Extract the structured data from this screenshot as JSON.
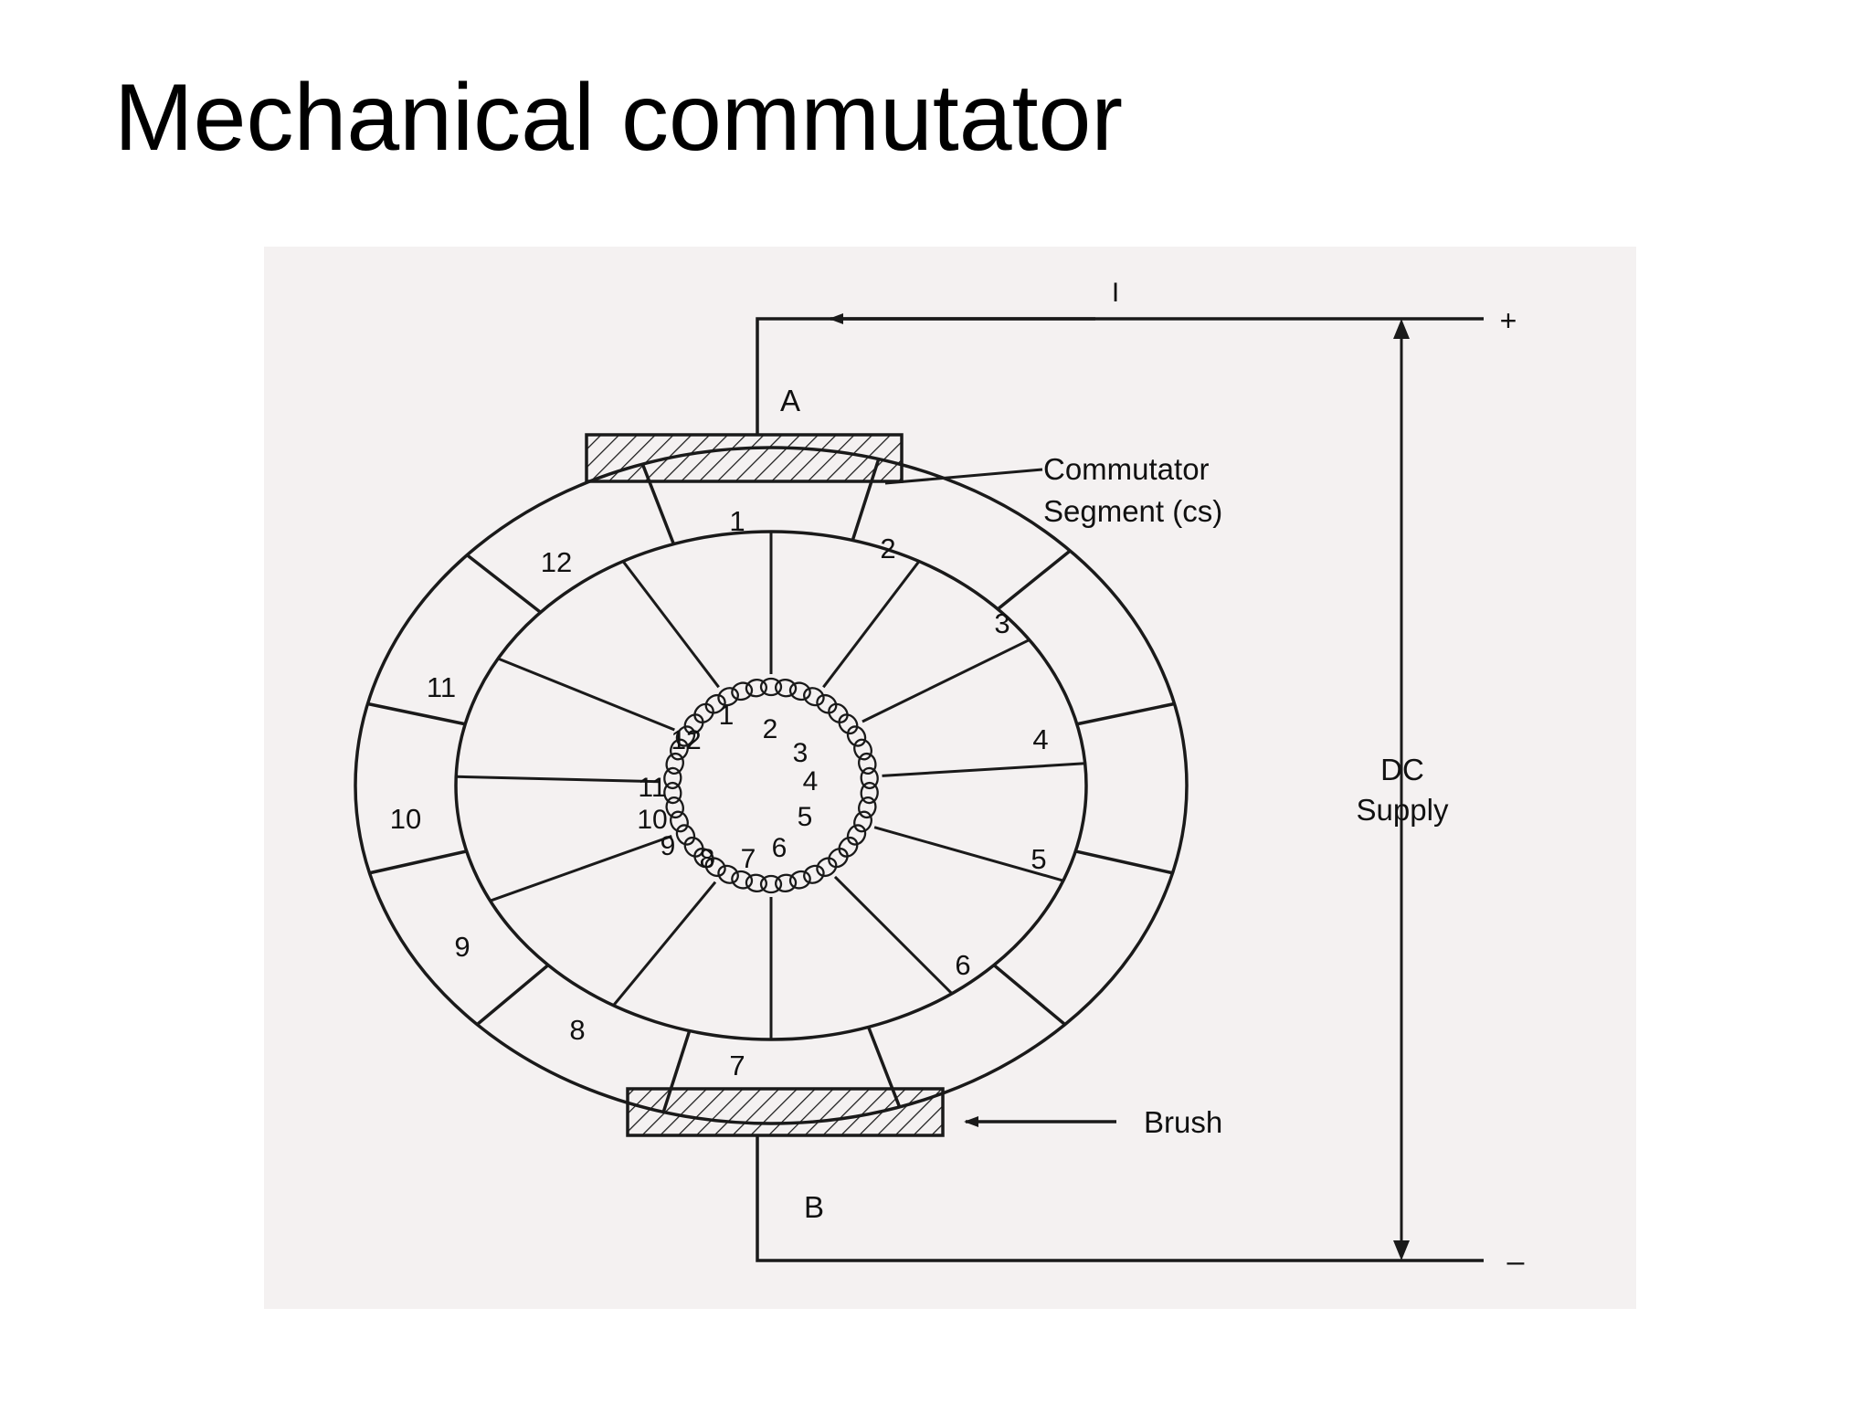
{
  "slide": {
    "title": "Mechanical commutator"
  },
  "diagram": {
    "outer_segment_labels": [
      "1",
      "2",
      "3",
      "4",
      "5",
      "6",
      "7",
      "8",
      "9",
      "10",
      "11",
      "12"
    ],
    "inner_coil_labels": [
      "1",
      "2",
      "3",
      "4",
      "5",
      "6",
      "7",
      "8",
      "9",
      "10",
      "11",
      "12"
    ],
    "brush_top_terminal": "A",
    "brush_bottom_terminal": "B",
    "current_label": "I",
    "polarity_plus": "+",
    "polarity_minus": "–",
    "supply_label_line1": "DC",
    "supply_label_line2": "Supply",
    "commutator_label_line1": "Commutator",
    "commutator_label_line2": "Segment (cs)",
    "brush_label": "Brush",
    "colors": {
      "ink": "#1a1a1a",
      "paper": "#f4f1f1",
      "background": "#ffffff"
    }
  }
}
